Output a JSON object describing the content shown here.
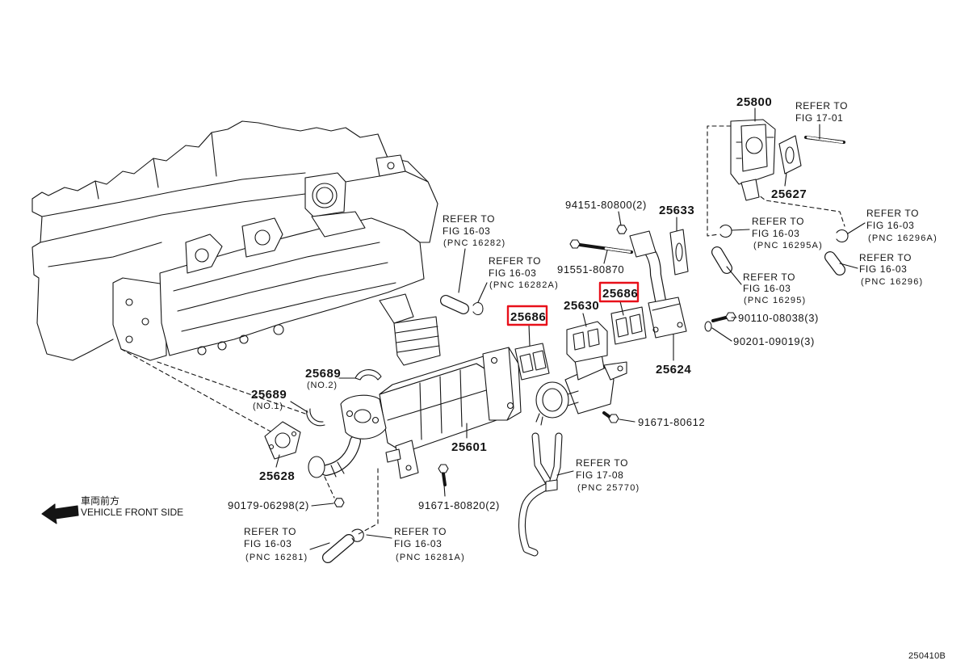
{
  "highlight_color": "#e8101a",
  "figure_code": "250410B",
  "direction": {
    "jp": "車両前方",
    "en": "VEHICLE FRONT SIDE"
  },
  "callouts": {
    "c25800": "25800",
    "c25627": "25627",
    "c25633": "25633",
    "c25686_upper": "25686",
    "c25686_lower": "25686",
    "c25630": "25630",
    "c25624": "25624",
    "c25601": "25601",
    "c25689_no2": "25689",
    "c25689_no1": "25689",
    "c25628": "25628",
    "b94151": "94151-80800(2)",
    "b91551": "91551-80870",
    "b90110": "90110-08038(3)",
    "b90201": "90201-09019(3)",
    "b91671_80612": "91671-80612",
    "b91671_80820": "91671-80820(2)",
    "b90179": "90179-06298(2)"
  },
  "callout_notes": {
    "no2": "(NO.2)",
    "no1": "(NO.1)"
  },
  "references": {
    "fig1701": {
      "line1": "REFER TO",
      "line2": "FIG 17-01"
    },
    "pnc16295a": {
      "line1": "REFER TO",
      "line2": "FIG 16-03",
      "line3": "(PNC 16295A)"
    },
    "pnc16296a": {
      "line1": "REFER TO",
      "line2": "FIG 16-03",
      "line3": "(PNC 16296A)"
    },
    "pnc16282": {
      "line1": "REFER TO",
      "line2": "FIG 16-03",
      "line3": "(PNC 16282)"
    },
    "pnc16282a": {
      "line1": "REFER TO",
      "line2": "FIG 16-03",
      "line3": "(PNC 16282A)"
    },
    "pnc16296": {
      "line1": "REFER TO",
      "line2": "FIG 16-03",
      "line3": "(PNC 16296)"
    },
    "pnc16295": {
      "line1": "REFER TO",
      "line2": "FIG 16-03",
      "line3": "(PNC 16295)"
    },
    "pnc25770": {
      "line1": "REFER TO",
      "line2": "FIG 17-08",
      "line3": "(PNC 25770)"
    },
    "pnc16281": {
      "line1": "REFER TO",
      "line2": "FIG 16-03",
      "line3": "(PNC 16281)"
    },
    "pnc16281a": {
      "line1": "REFER TO",
      "line2": "FIG 16-03",
      "line3": "(PNC 16281A)"
    }
  }
}
